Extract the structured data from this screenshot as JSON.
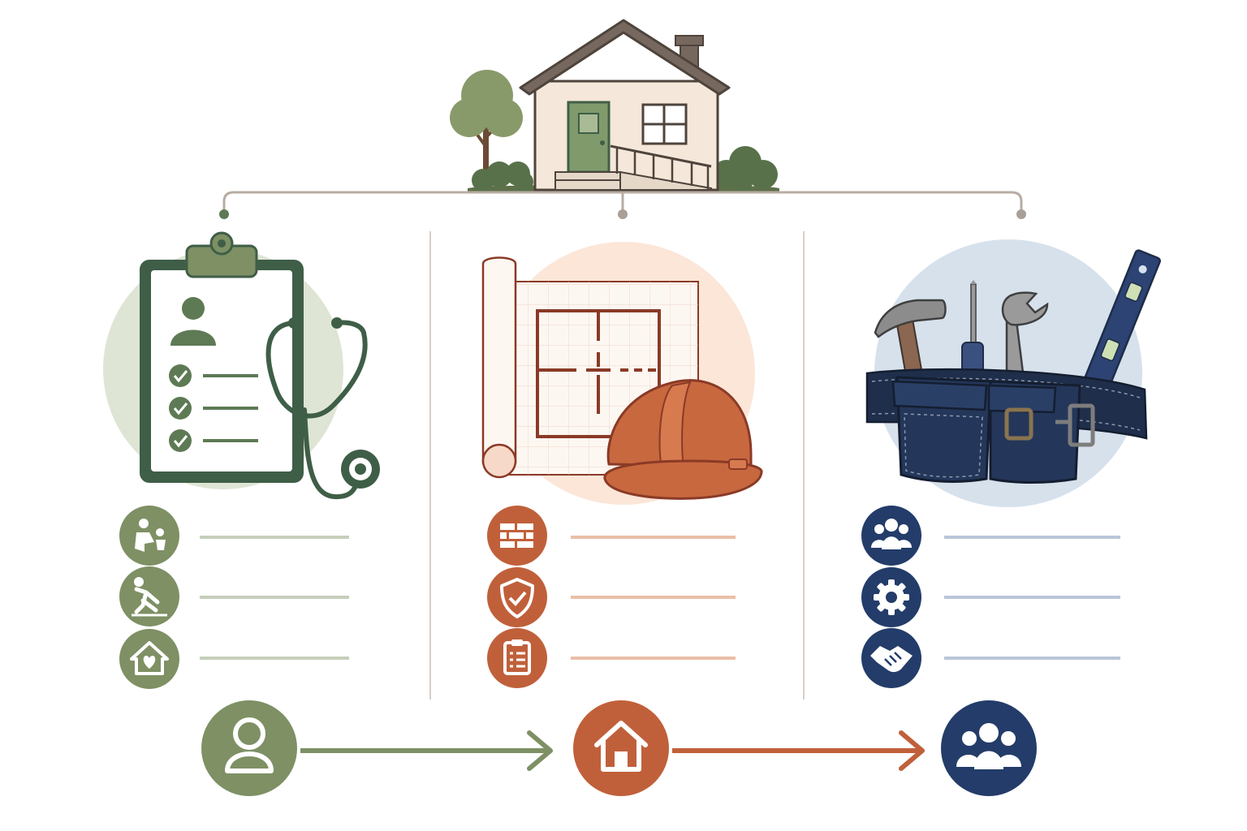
{
  "colors": {
    "sage": "#7e9064",
    "sage_dark": "#3f5e47",
    "sage_light": "#dfe5d5",
    "rust": "#c0603a",
    "rust_dark": "#8a3a26",
    "peach_light": "#fbe6d8",
    "navy": "#233c69",
    "navy_dark": "#1e2d48",
    "blue_light": "#d6e1ec",
    "connector": "#b8aca3",
    "divider": "#d9cfc7",
    "line_sage": "#c6cfbb",
    "line_rust": "#ebbea8",
    "line_navy": "#b9c6d9"
  },
  "columns": [
    {
      "id": "health",
      "illustration": "clipboard-stethoscope",
      "accent": "#7e9064",
      "icons": [
        "caregiver-child-icon",
        "fall-risk-icon",
        "home-heart-icon"
      ]
    },
    {
      "id": "construction",
      "illustration": "blueprint-hardhat",
      "accent": "#c0603a",
      "icons": [
        "brick-wall-icon",
        "shield-check-icon",
        "checklist-icon"
      ]
    },
    {
      "id": "trades",
      "illustration": "tool-belt",
      "accent": "#233c69",
      "icons": [
        "team-icon",
        "gear-icon",
        "handshake-icon"
      ]
    }
  ],
  "flow": [
    {
      "step": "person",
      "icon": "person-icon",
      "color": "#7e9064"
    },
    {
      "step": "home",
      "icon": "house-icon",
      "color": "#c0603a"
    },
    {
      "step": "community",
      "icon": "group-icon",
      "color": "#233c69"
    }
  ]
}
